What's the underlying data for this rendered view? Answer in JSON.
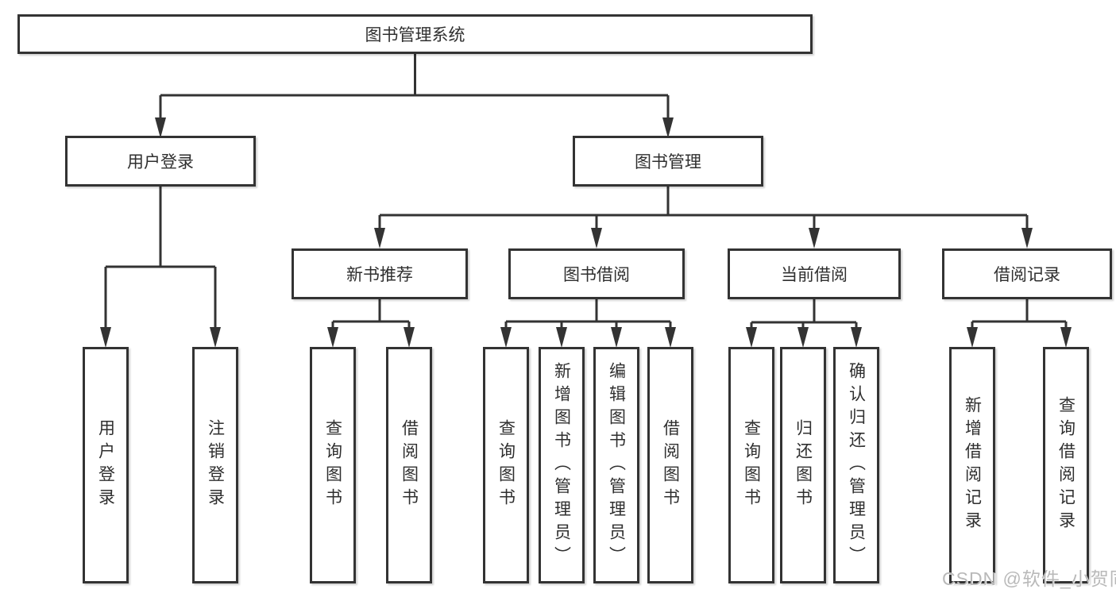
{
  "tree": {
    "root": {
      "label": "图书管理系统"
    },
    "branches": [
      {
        "label": "用户登录",
        "children": [
          {
            "label": "用户登录"
          },
          {
            "label": "注销登录"
          }
        ]
      },
      {
        "label": "图书管理",
        "children": [
          {
            "label": "新书推荐",
            "children": [
              {
                "label": "查询图书"
              },
              {
                "label": "借阅图书"
              }
            ]
          },
          {
            "label": "图书借阅",
            "children": [
              {
                "label": "查询图书"
              },
              {
                "label": "新增图书（管理员）"
              },
              {
                "label": "编辑图书（管理员）"
              },
              {
                "label": "借阅图书"
              }
            ]
          },
          {
            "label": "当前借阅",
            "children": [
              {
                "label": "查询图书"
              },
              {
                "label": "归还图书"
              },
              {
                "label": "确认归还（管理员）"
              }
            ]
          },
          {
            "label": "借阅记录",
            "children": [
              {
                "label": "新增借阅记录"
              },
              {
                "label": "查询借阅记录"
              }
            ]
          }
        ]
      }
    ]
  },
  "watermark": {
    "text": "CSDN @软件_小贺同学"
  },
  "colors": {
    "line": "#333333",
    "box_border": "#333333",
    "box_fill": "#ffffff",
    "text": "#2f2f2f",
    "watermark": "#b9b9b9"
  }
}
